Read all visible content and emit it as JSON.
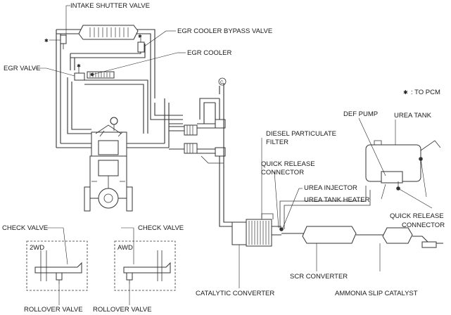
{
  "labels": {
    "intake_shutter_valve": "INTAKE SHUTTER VALVE",
    "egr_cooler_bypass_valve": "EGR COOLER BYPASS VALVE",
    "egr_cooler": "EGR COOLER",
    "egr_valve": "EGR VALVE",
    "to_pcm": "TO PCM",
    "def_pump": "DEF PUMP",
    "urea_tank": "UREA TANK",
    "diesel_particulate_filter_1": "DIESEL PARTICULATE",
    "diesel_particulate_filter_2": "FILTER",
    "quick_release_connector_top_1": "QUICK RELEASE",
    "quick_release_connector_top_2": "CONNECTOR",
    "urea_injector": "UREA INJECTOR",
    "urea_tank_heater": "UREA TANK HEATER",
    "quick_release_connector_right_1": "QUICK RELEASE",
    "quick_release_connector_right_2": "CONNECTOR",
    "check_valve_2wd": "CHECK VALVE",
    "check_valve_awd": "CHECK VALVE",
    "box_2wd": "2WD",
    "box_awd": "AWD",
    "rollover_valve_2wd": "ROLLOVER VALVE",
    "rollover_valve_awd": "ROLLOVER VALVE",
    "catalytic_converter": "CATALYTIC CONVERTER",
    "scr_converter": "SCR CONVERTER",
    "ammonia_slip_catalyst": "AMMONIA SLIP CATALYST"
  },
  "symbols": {
    "asterisk": "✱",
    "circle_marker": "C"
  },
  "icons": [
    "engine-icon",
    "piston-icon",
    "intercooler-icon",
    "turbocharger-icon",
    "muffler-icon"
  ]
}
